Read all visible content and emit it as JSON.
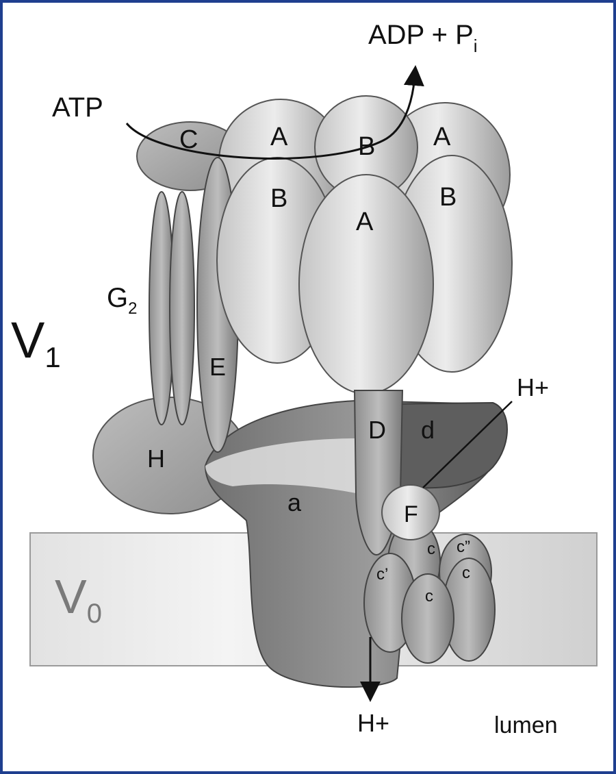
{
  "domain_colors": {
    "border": "#1f3f8f",
    "membrane": "#e6e6e6",
    "subunit_light": "#d9d9d9",
    "subunit_mid": "#a9a9a9",
    "subunit_dark": "#6b6b6b"
  },
  "labels": {
    "atp": "ATP",
    "adp_pi": "ADP + P",
    "pi_sub": "i",
    "v1_main": "V",
    "v1_sub": "1",
    "v0_main": "V",
    "v0_sub": "0",
    "g2_main": "G",
    "g2_sub": "2",
    "c_top": "C",
    "a1": "A",
    "b_back": "B",
    "a2": "A",
    "b1": "B",
    "a_front": "A",
    "b2": "B",
    "e": "E",
    "h": "H",
    "d_upper": "D",
    "d_lower": "d",
    "a_sub": "a",
    "f": "F",
    "c_prime": "c’",
    "c_dprime": "c”",
    "c_small1": "c",
    "c_small2": "c",
    "c_small3": "c",
    "hplus_top": "H+",
    "hplus_bottom": "H+",
    "lumen": "lumen"
  }
}
